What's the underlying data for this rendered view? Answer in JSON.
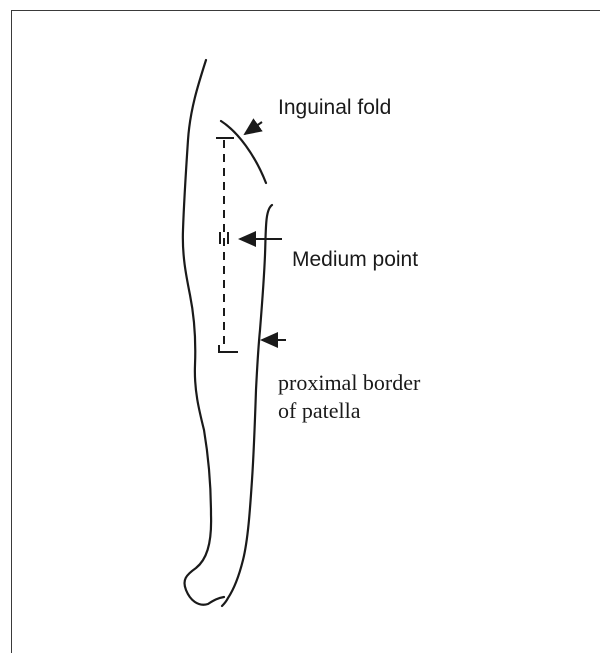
{
  "labels": {
    "inguinal_fold": "Inguinal fold",
    "medium_point": "Medium point",
    "proximal_border_line1": "proximal border",
    "proximal_border_line2": "of patella"
  },
  "colors": {
    "ink": "#1a1a1a",
    "background": "#ffffff"
  }
}
